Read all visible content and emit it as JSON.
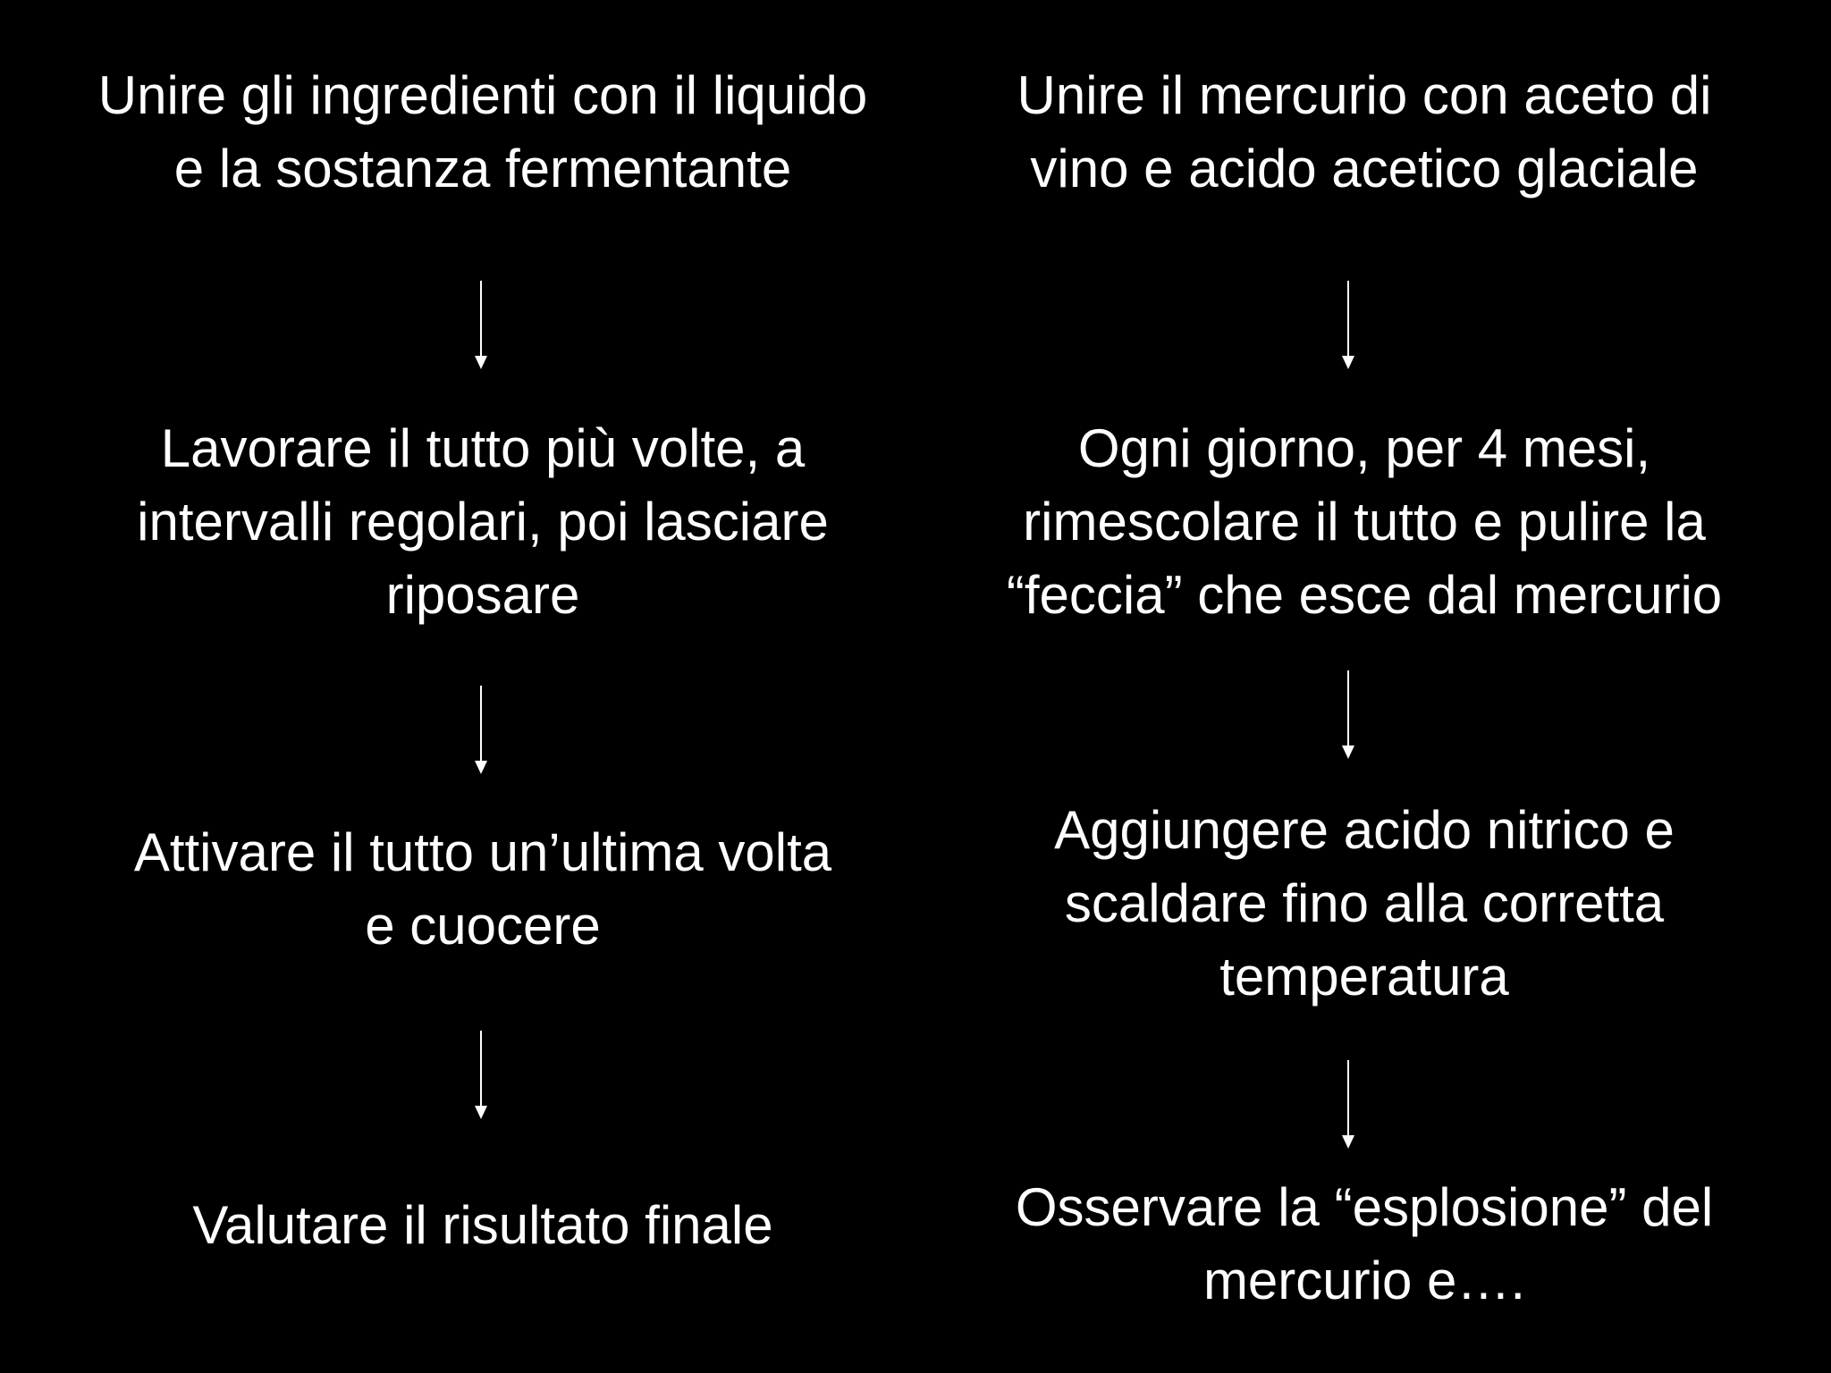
{
  "left_column": {
    "steps": [
      "Unire gli ingredienti con il liquido\ne la sostanza fermentante",
      "Lavorare il tutto più volte, a\nintervalli regolari, poi lasciare\nriposare",
      "Attivare il tutto un’ultima volta\ne cuocere",
      "Valutare  il risultato finale"
    ]
  },
  "right_column": {
    "steps": [
      "Unire il mercurio con aceto di\nvino e acido acetico glaciale",
      "Ogni giorno, per 4 mesi,\nrimescolare il tutto e pulire la\n“feccia” che esce dal mercurio",
      "Aggiungere acido nitrico e\nscaldare fino alla corretta\ntemperatura",
      "Osservare la “esplosione” del\nmercurio e…."
    ]
  },
  "colors": {
    "background": "#000000",
    "text": "#ffffff",
    "arrow": "#ffffff"
  }
}
